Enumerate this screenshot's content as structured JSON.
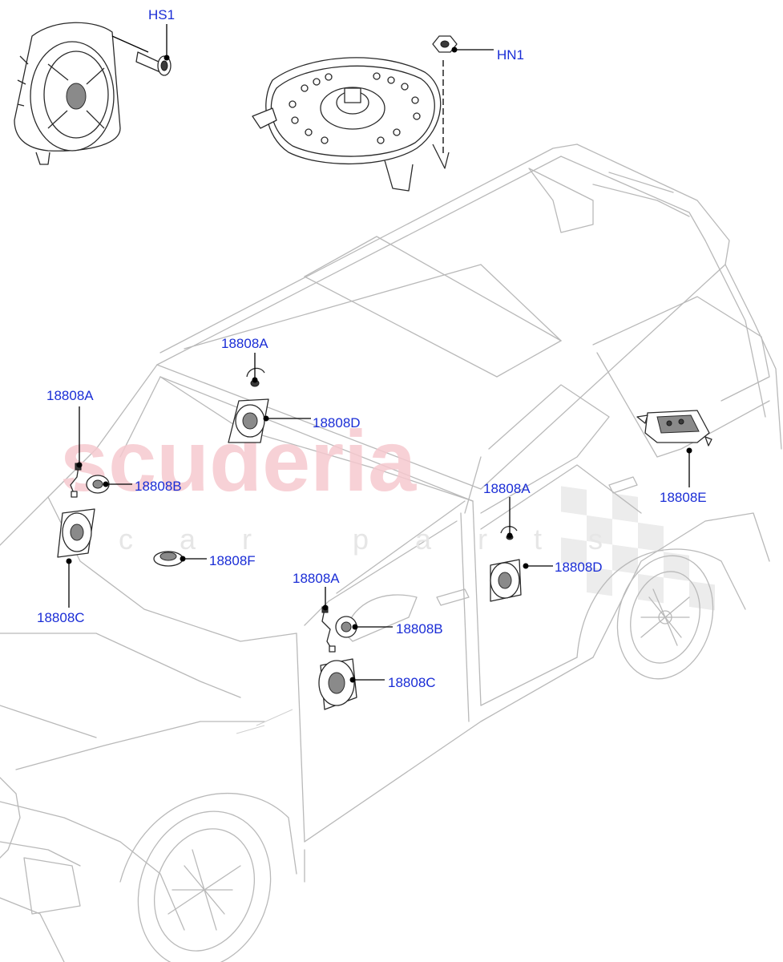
{
  "watermark": {
    "main": "scuderia",
    "sub": "car parts"
  },
  "callouts": {
    "hs1": "HS1",
    "hn1": "HN1",
    "a1": "18808A",
    "a2": "18808A",
    "a3": "18808A",
    "a4": "18808A",
    "b1": "18808B",
    "b2": "18808B",
    "c1": "18808C",
    "c2": "18808C",
    "d1": "18808D",
    "d2": "18808D",
    "e1": "18808E",
    "f1": "18808F"
  },
  "colors": {
    "label": "#1a2dd6",
    "watermark": "#f6c9cf",
    "car_outline": "#b9b9b9"
  }
}
